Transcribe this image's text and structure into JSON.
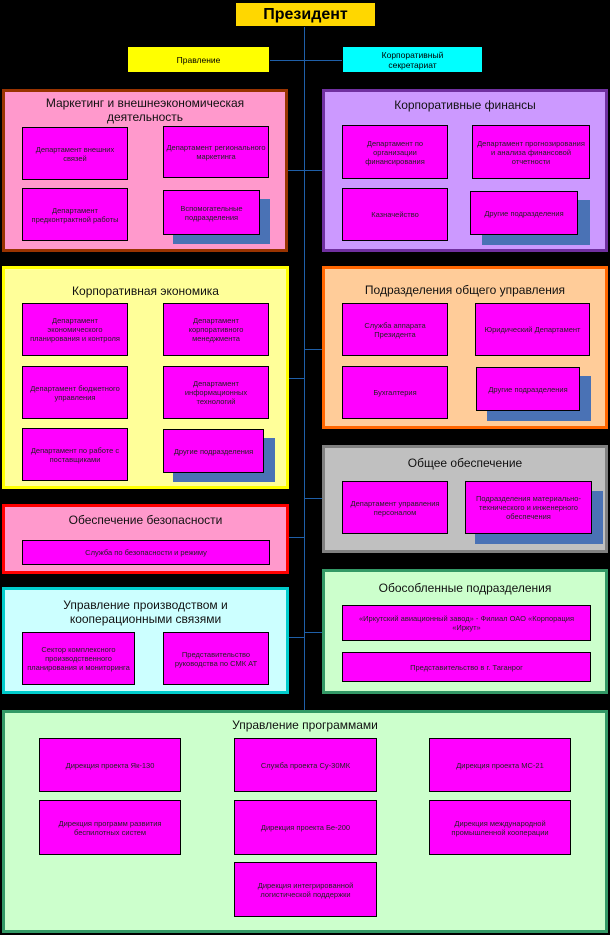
{
  "president": "Президент",
  "board": "Правление",
  "secretariat": "Корпоративный секретариат",
  "colors": {
    "president": "#ffd700",
    "board": "#ffff00",
    "secretariat": "#00ffff",
    "dept": "#ff00ff",
    "shadow": "#4a72b5",
    "connector": "#1f5fa8"
  },
  "groups": {
    "marketing": {
      "title": "Маркетинг и внешнеэкономическая деятельность",
      "depts": [
        "Департамент внешних связей",
        "Департамент регионального маркетинга",
        "Департамент предконтрактной работы",
        "Вспомогательные подразделения"
      ]
    },
    "finance": {
      "title": "Корпоративные финансы",
      "depts": [
        "Департамент по организации финансирования",
        "Департамент прогнозирования и анализа финансовой отчетности",
        "Казначейство",
        "Другие подразделения"
      ]
    },
    "economy": {
      "title": "Корпоративная экономика",
      "depts": [
        "Департамент экономического планирования и контроля",
        "Департамент корпоративного менеджмента",
        "Департамент бюджетного управления",
        "Департамент информационных технологий",
        "Департамент по работе с поставщиками",
        "Другие подразделения"
      ]
    },
    "general_mgmt": {
      "title": "Подразделения общего управления",
      "depts": [
        "Служба аппарата Президента",
        "Юридический Департамент",
        "Бухгалтерия",
        "Другие подразделения"
      ]
    },
    "security": {
      "title": "Обеспечение безопасности",
      "depts": [
        "Служба по безопасности и режиму"
      ]
    },
    "general_support": {
      "title": "Общее обеспечение",
      "depts": [
        "Департамент управления персоналом",
        "Подразделения материально- технического и инженерного обеспечения"
      ]
    },
    "production": {
      "title": "Управление производством и кооперационными связями",
      "depts": [
        "Сектор комплексного производственного планирования и мониторинга",
        "Представительство руководства по СМК АТ"
      ]
    },
    "separate": {
      "title": "Обособленные подразделения",
      "depts": [
        "«Иркутский авиационный завод» - Филиал ОАО «Корпорация «Иркут»",
        "Представительство в г. Таганрог"
      ]
    },
    "programs": {
      "title": "Управление программами",
      "depts": [
        "Дирекция проекта Як-130",
        "Служба проекта Су-30МК",
        "Дирекция проекта МС-21",
        "Дирекция программ развития беспилотных систем",
        "Дирекция проекта Бе-200",
        "Дирекция международной промышленной кооперации",
        "Дирекция интегрированной логистической поддержки"
      ]
    }
  }
}
